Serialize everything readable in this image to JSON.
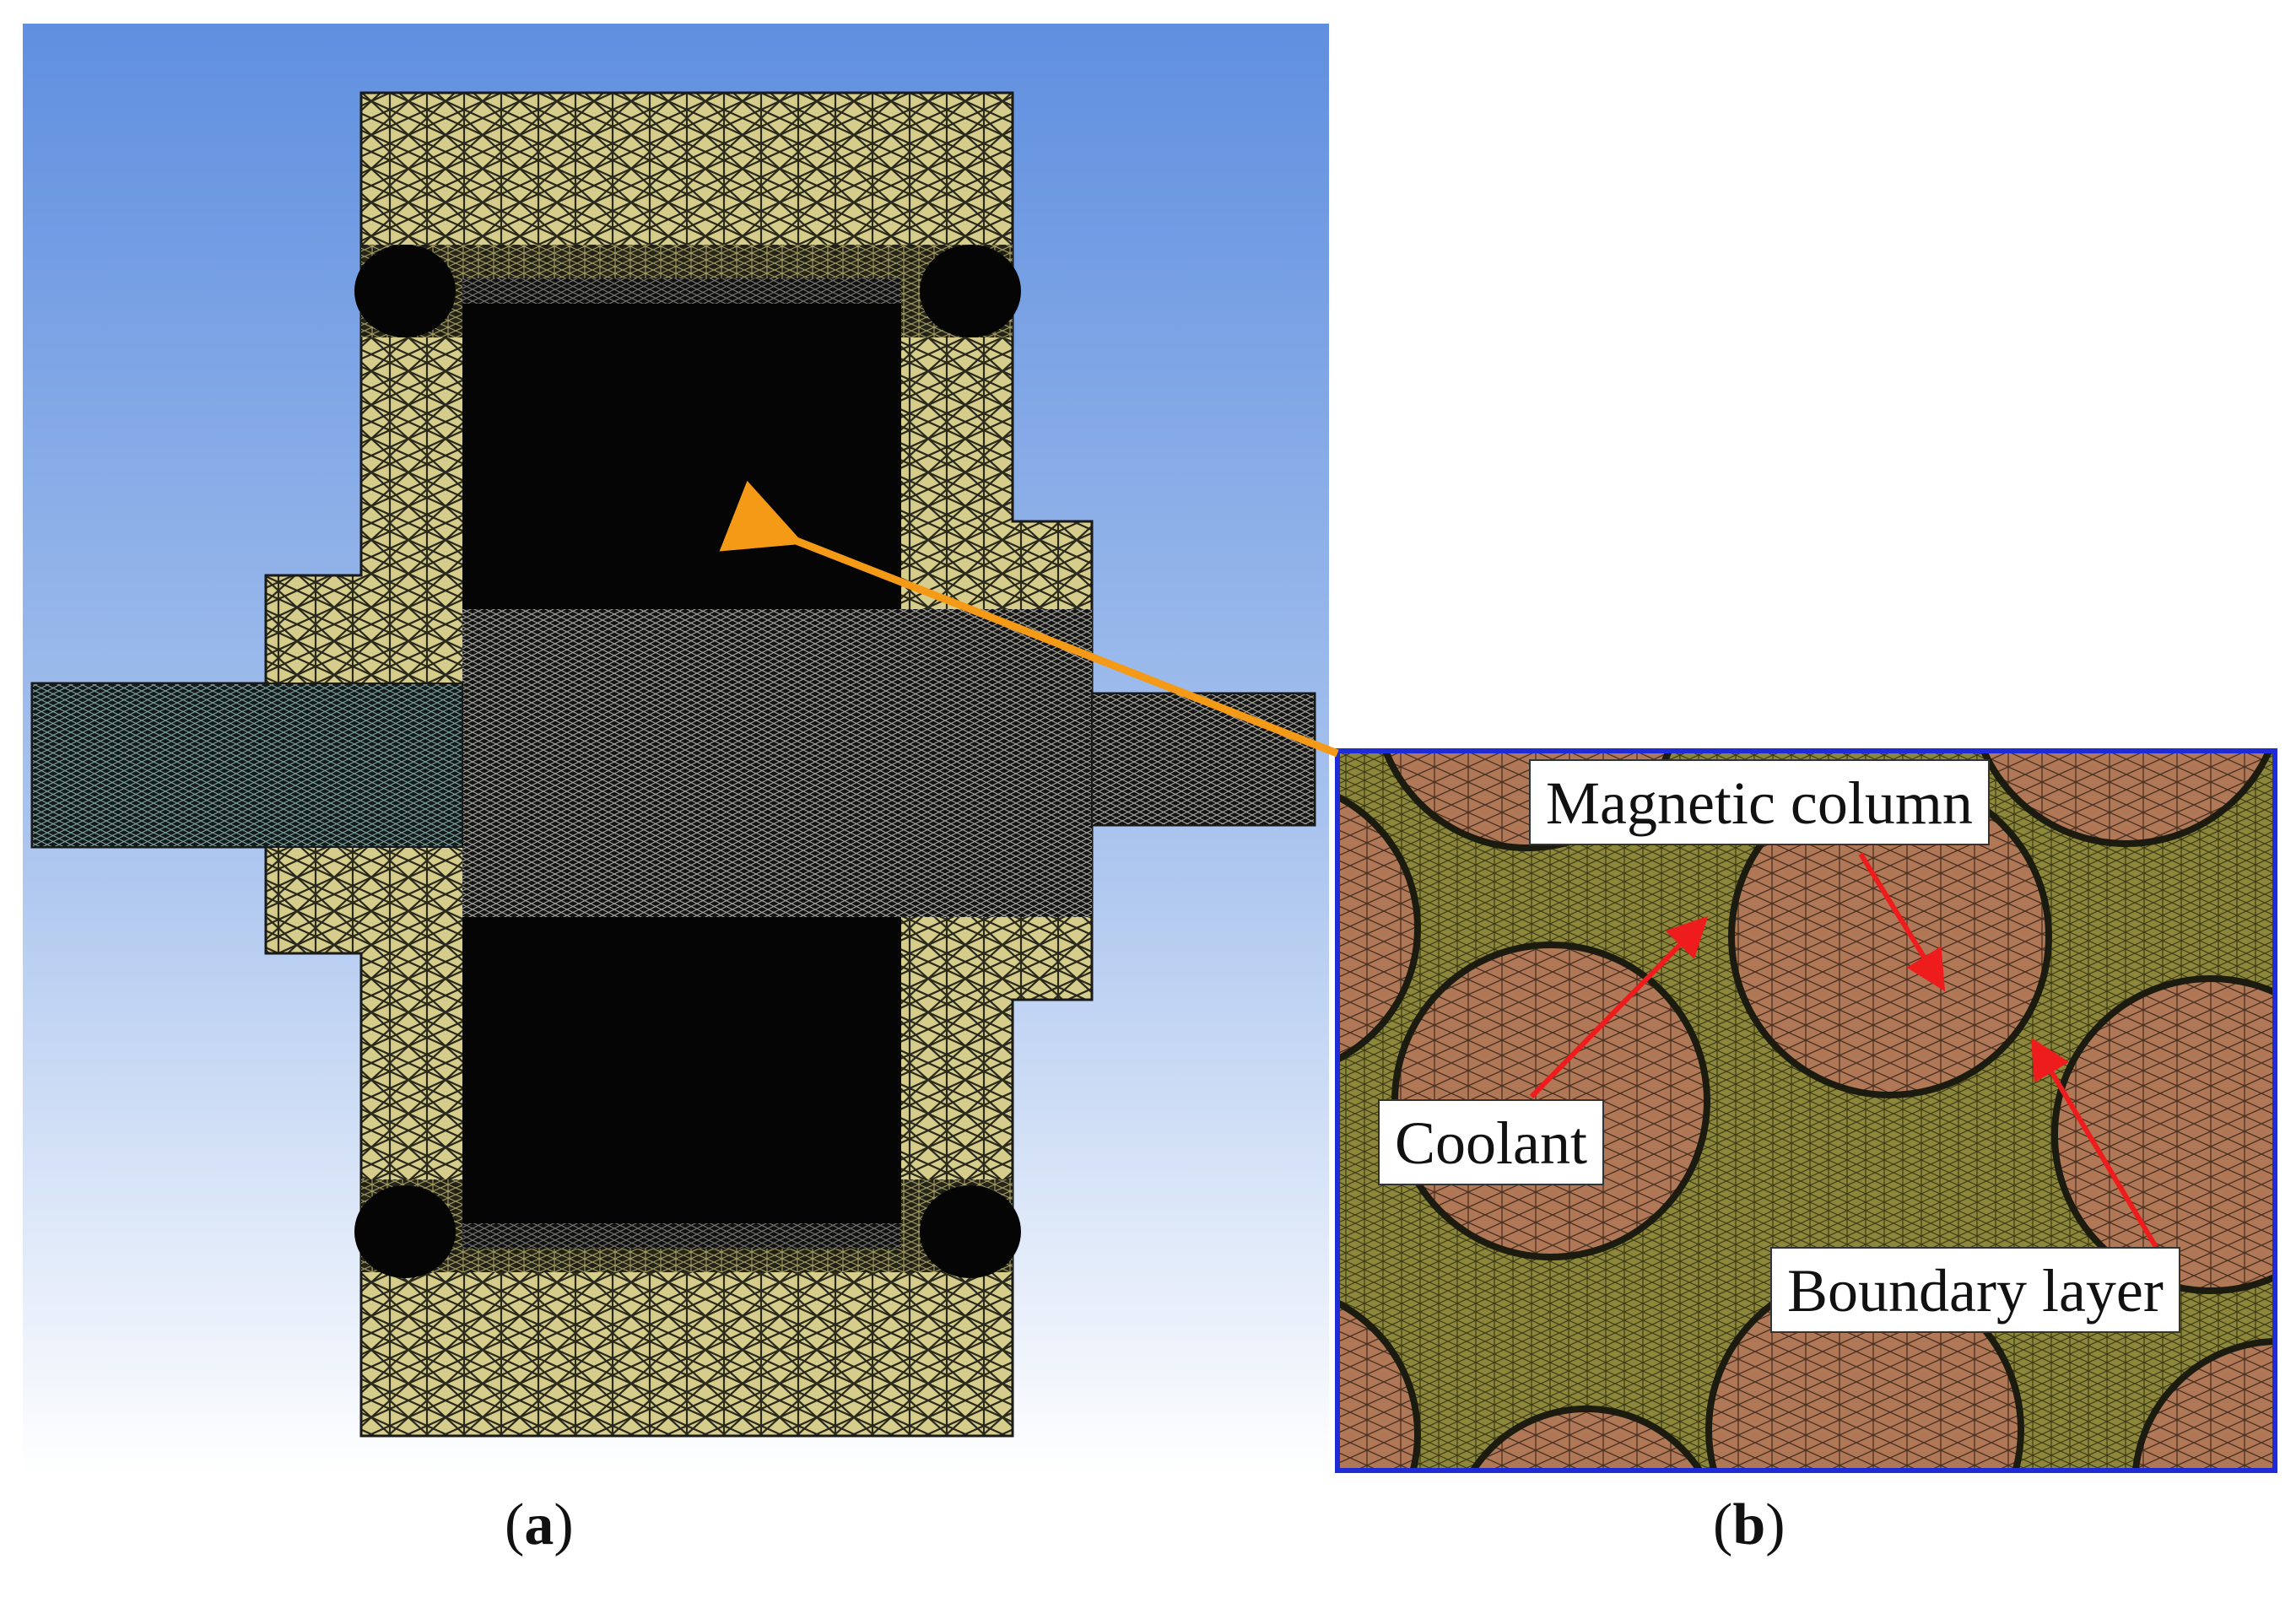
{
  "figure": {
    "panel_a": {
      "caption_letter": "a"
    },
    "panel_b": {
      "caption_letter": "b",
      "labels": {
        "magnetic_column": "Magnetic column",
        "coolant": "Coolant",
        "boundary_layer": "Boundary layer"
      }
    }
  },
  "colors": {
    "background_top": "#5f8fdf",
    "background_bottom": "#ffffff",
    "mesh_coarse": "#d9cf8f",
    "mesh_dark": "#0a0a0a",
    "mesh_teal": "#6b8f8c",
    "column_fill": "#b07856",
    "coolant_fill": "#8f8a3c",
    "inset_border": "#1f2bd6",
    "arrow_orange": "#f59a16",
    "arrow_red": "#ee1c1c"
  }
}
